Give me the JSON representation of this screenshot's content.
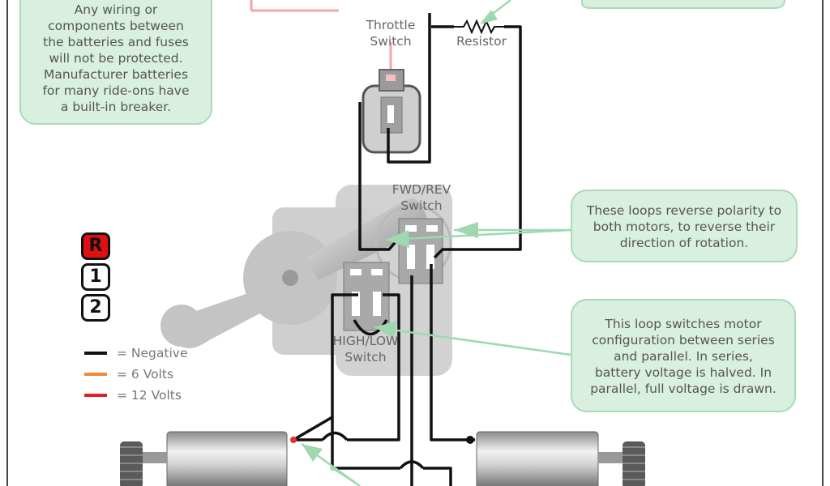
{
  "notes": {
    "battery_note": [
      "Any wiring or",
      "components between",
      "the batteries and fuses",
      "will not be protected.",
      "Manufacturer batteries",
      "for many ride-ons have",
      "a built-in breaker."
    ],
    "polarity_note": [
      "These loops reverse polarity to",
      "both motors, to reverse their",
      "direction of rotation."
    ],
    "series_note": [
      "This loop switches motor",
      "configuration between series",
      "and parallel.  In series,",
      "battery voltage is halved.  In",
      "parallel, full voltage is drawn."
    ]
  },
  "labels": {
    "throttle": [
      "Throttle",
      "Switch"
    ],
    "resistor": "Resistor",
    "fwd_rev": [
      "FWD/REV",
      "Switch"
    ],
    "high_low": [
      "HIGH/LOW",
      "Switch"
    ]
  },
  "gear_positions": [
    "R",
    "1",
    "2"
  ],
  "legend": [
    {
      "label": "= Negative",
      "color": "#111111"
    },
    {
      "label": "= 6 Volts",
      "color": "#f08a3c"
    },
    {
      "label": "= 12 Volts",
      "color": "#e02020"
    }
  ],
  "colors": {
    "note_fill": "#d9efe0",
    "note_border": "#a9dbb8",
    "arrow": "#9fd8b0",
    "negative_wire": "#111111",
    "pink_wire": "#f4a6a6",
    "active_gear": "#e01010"
  }
}
